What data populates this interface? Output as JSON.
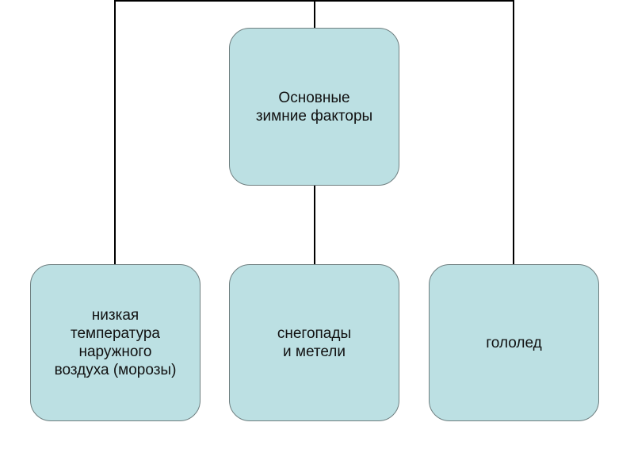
{
  "diagram": {
    "root": "Основные\nзимние факторы",
    "children": [
      "низкая\nтемпература\nнаружного\nвоздуха (морозы)",
      "снегопады\nи метели",
      "гололед"
    ],
    "fill_color": "#bce0e3"
  }
}
